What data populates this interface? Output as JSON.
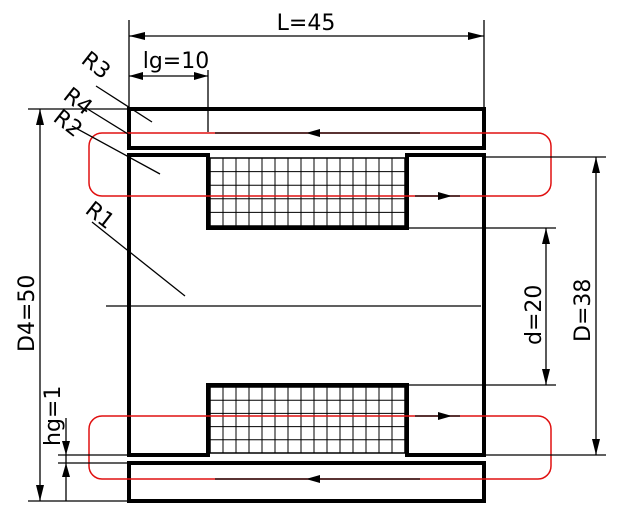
{
  "labels": {
    "length": "L=45",
    "gap_length": "lg=10",
    "outer_diameter": "D4=50",
    "inner_diameter": "d=20",
    "mid_diameter": "D=38",
    "gap_height": "hg=1",
    "r1": "R1",
    "r2": "R2",
    "r3": "R3",
    "r4": "R4"
  },
  "colors": {
    "flux_path": "#e01010",
    "lines": "#000000",
    "background": "#ffffff"
  }
}
